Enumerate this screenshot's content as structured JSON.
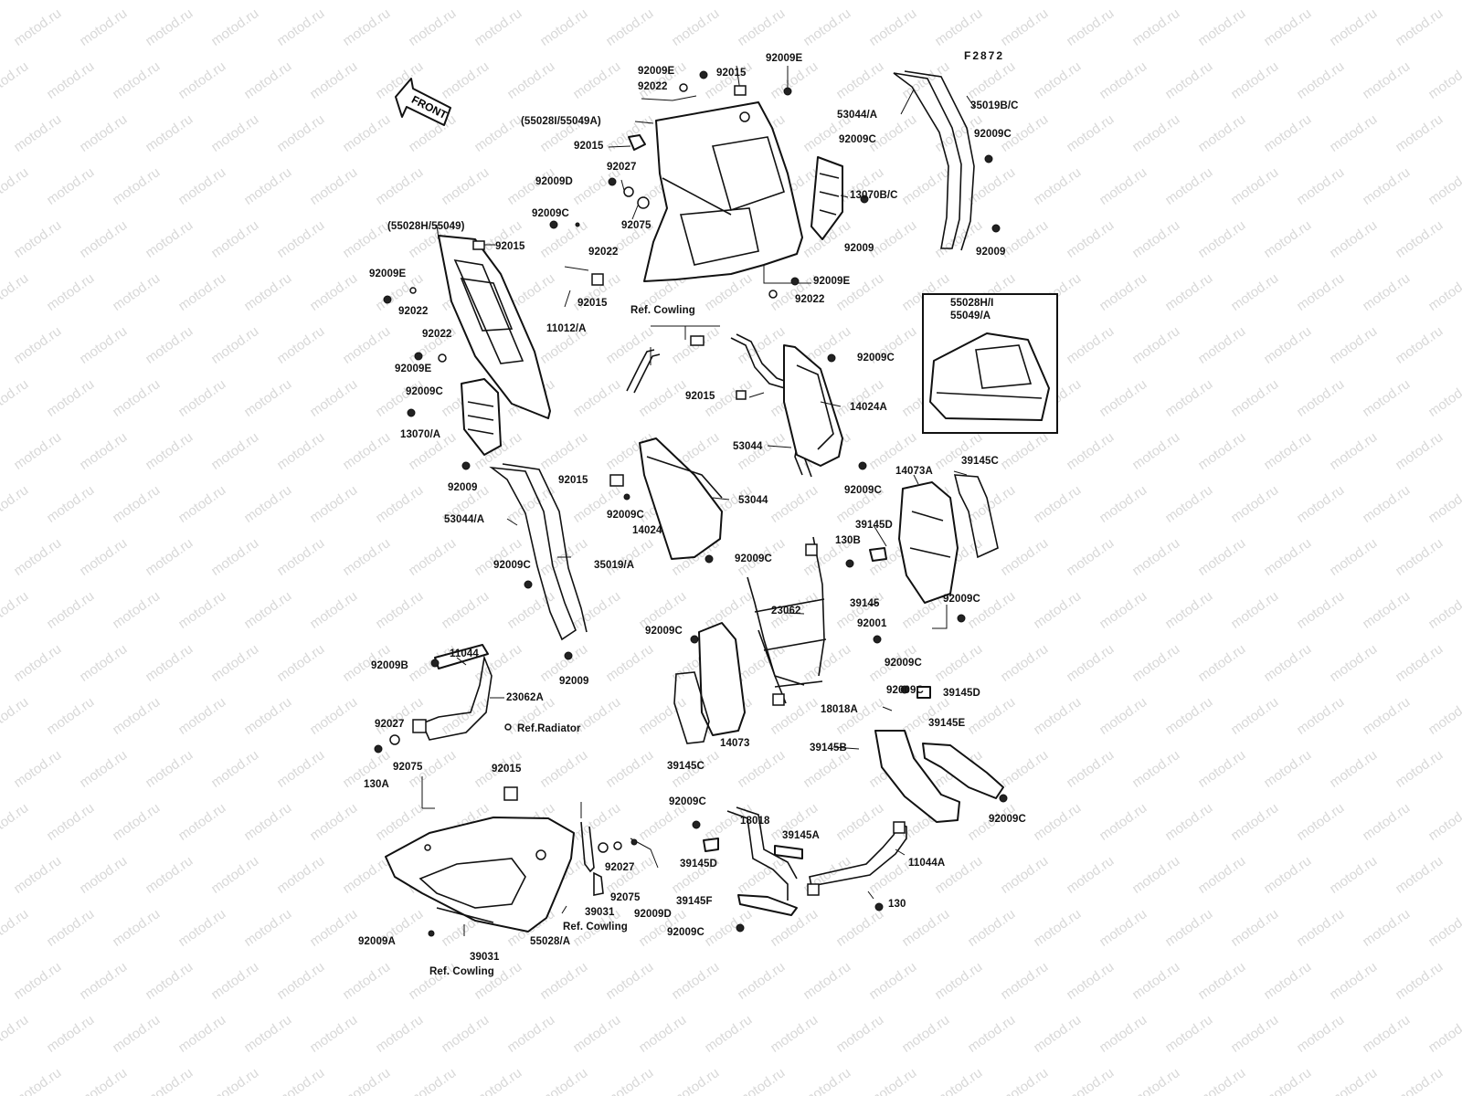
{
  "diagram": {
    "figure_code": "F2872",
    "front_arrow_label": "FRONT",
    "watermark": "motod.ru",
    "inset_labels": [
      "55028H/I",
      "55049/A"
    ]
  },
  "labels": [
    "92009E",
    "92015",
    "92009E",
    "92022",
    "(55028I/55049A)",
    "92015",
    "92027",
    "92009D",
    "92075",
    "53044/A",
    "35019B/C",
    "92009C",
    "92009C",
    "13070B/C",
    "92009",
    "92009",
    "(55028H/55049)",
    "92015",
    "92009E",
    "92022",
    "92009C",
    "92022",
    "92015",
    "11012/A",
    "92009E",
    "92022",
    "Ref. Cowling",
    "92022",
    "92009E",
    "92009C",
    "13070/A",
    "92009",
    "92009C",
    "92015",
    "14024A",
    "53044",
    "92009C",
    "92015",
    "92009C",
    "53044",
    "14024",
    "53044/A",
    "92009C",
    "35019/A",
    "92009",
    "92009C",
    "14073A",
    "39145C",
    "39145D",
    "130B",
    "39145",
    "23062",
    "92001",
    "92009C",
    "92009C",
    "92009C",
    "14073",
    "39145C",
    "92009B",
    "11044",
    "23062A",
    "92027",
    "Ref.Radiator",
    "92075",
    "130A",
    "92009C",
    "39145D",
    "18018A",
    "39145E",
    "39145B",
    "92009C",
    "92015",
    "92027",
    "92075",
    "39031",
    "Ref. Cowling",
    "92009D",
    "55028/A",
    "92009A",
    "39031",
    "Ref. Cowling",
    "92009C",
    "18018",
    "39145A",
    "39145D",
    "11044A",
    "39145F",
    "130",
    "92009C"
  ]
}
